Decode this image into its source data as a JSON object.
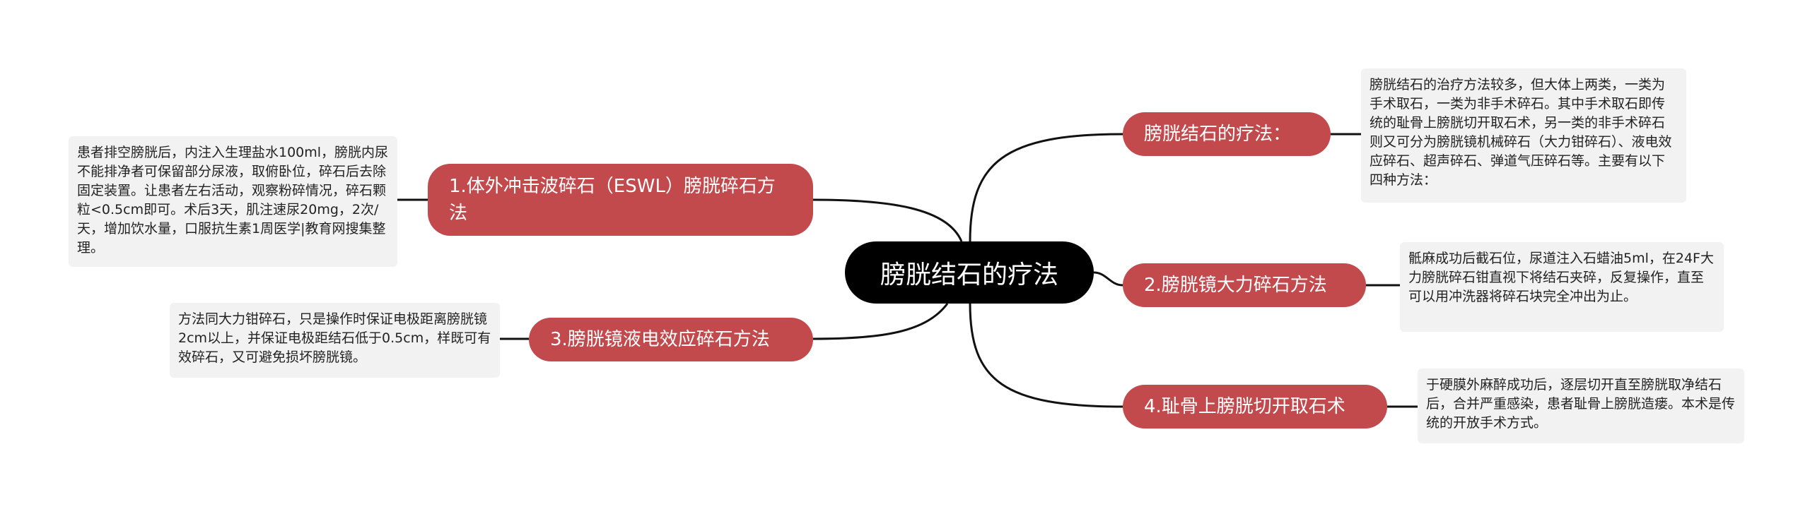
{
  "colors": {
    "center_bg": "#000000",
    "branch_bg": "#c24a4d",
    "note_bg": "#f2f2f2",
    "link": "#111111"
  },
  "center": {
    "label": "膀胱结石的疗法"
  },
  "branches": {
    "b0": {
      "label": "膀胱结石的疗法：",
      "note": "膀胱结石的治疗方法较多，但大体上两类，一类为手术取石，一类为非手术碎石。其中手术取石即传统的耻骨上膀胱切开取石术，另一类的非手术碎石则又可分为膀胱镜机械碎石（大力钳碎石）、液电效应碎石、超声碎石、弹道气压碎石等。主要有以下四种方法："
    },
    "b1": {
      "label": "1.体外冲击波碎石（ESWL）膀胱碎石方法",
      "note": "患者排空膀胱后，内注入生理盐水100ml，膀胱内尿不能排净者可保留部分尿液，取俯卧位，碎石后去除固定装置。让患者左右活动，观察粉碎情况，碎石颗粒<0.5cm即可。术后3天，肌注速尿20mg，2次/天，增加饮水量，口服抗生素1周医学|教育网搜集整理。"
    },
    "b2": {
      "label": "2.膀胱镜大力碎石方法",
      "note": "骶麻成功后截石位，尿道注入石蜡油5ml，在24F大力膀胱碎石钳直视下将结石夹碎，反复操作，直至可以用冲洗器将碎石块完全冲出为止。"
    },
    "b3": {
      "label": "3.膀胱镜液电效应碎石方法",
      "note": "方法同大力钳碎石，只是操作时保证电极距离膀胱镜2cm以上，并保证电极距结石低于0.5cm，样既可有效碎石，又可避免损坏膀胱镜。"
    },
    "b4": {
      "label": "4.耻骨上膀胱切开取石术",
      "note": "于硬膜外麻醉成功后，逐层切开直至膀胱取净结石后，合并严重感染，患者耻骨上膀胱造瘘。本术是传统的开放手术方式。"
    }
  }
}
